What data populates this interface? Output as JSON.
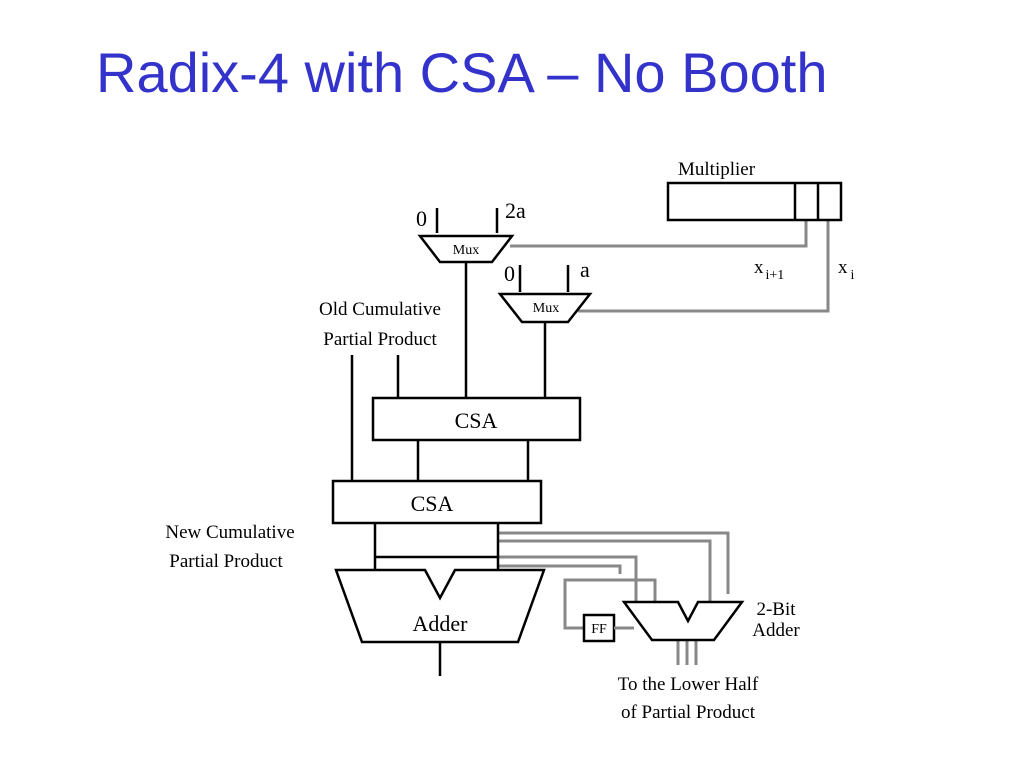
{
  "title": "Radix-4 with CSA – No Booth",
  "diagram": {
    "multiplier_label": "Multiplier",
    "mux1_in0": "0",
    "mux1_in1": "2a",
    "mux1_label": "Mux",
    "mux2_in0": "0",
    "mux2_in1": "a",
    "mux2_label": "Mux",
    "x_i1_base": "x",
    "x_i1_sub": "i+1",
    "x_i_base": "x",
    "x_i_sub": "i",
    "old_partial_line1": "Old Cumulative",
    "old_partial_line2": "Partial Product",
    "csa1_label": "CSA",
    "csa2_label": "CSA",
    "new_partial_line1": "New Cumulative",
    "new_partial_line2": "Partial Product",
    "adder_label": "Adder",
    "ff_label": "FF",
    "bit_adder_line1": "2-Bit",
    "bit_adder_line2": "Adder",
    "lower_half_line1": "To the Lower Half",
    "lower_half_line2": "of Partial Product"
  }
}
